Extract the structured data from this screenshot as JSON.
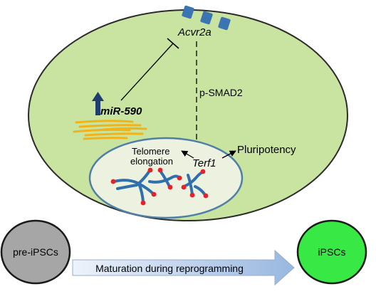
{
  "cell": {
    "receptor_label": "Acvr2a",
    "signal_label": "p-SMAD2",
    "mirna_label": "miR-590",
    "target_label": "Terf1",
    "telomere_label_line1": "Telomere",
    "telomere_label_line2": "elongation",
    "pluripotency_label": "Pluripotency"
  },
  "process": {
    "start_label": "pre-iPSCs",
    "end_label": "iPSCs",
    "arrow_label": "Maturation during reprogramming"
  },
  "colors": {
    "cell_fill": "#c9e3a0",
    "cell_stroke": "#2b2b2b",
    "nucleus_fill": "#edf1df",
    "nucleus_stroke": "#4f7fa6",
    "receptor": "#3b73b3",
    "chromosome": "#2f6fad",
    "telomere": "#e8202a",
    "mirna_strand": "#f2b318",
    "up_arrow": "#1f3e6d",
    "pre_ipsc_fill": "#a6a6a6",
    "ipsc_fill": "#38e844",
    "process_arrow_start": "#eef3fb",
    "process_arrow_end": "#98b7e0"
  }
}
